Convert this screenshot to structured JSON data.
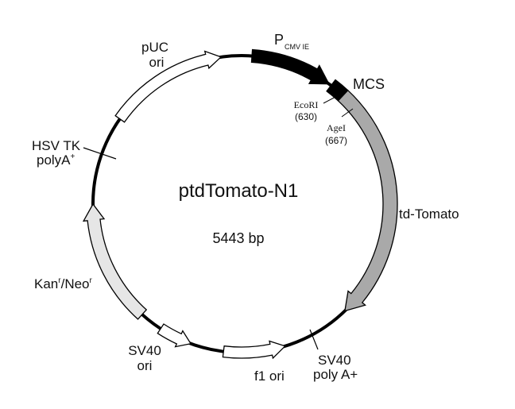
{
  "title": "ptdTomato-N1",
  "size": "5443 bp",
  "features": {
    "pcmv": {
      "main": "P",
      "sub": "CMV IE",
      "fill": "#000000"
    },
    "mcs": {
      "text": "MCS",
      "fill": "#000000"
    },
    "tdtomato": {
      "text": "td-Tomato",
      "fill": "#a9a9a9"
    },
    "sv40polya": {
      "line1": "SV40",
      "line2": "poly A+"
    },
    "f1ori": {
      "text": "f1 ori",
      "fill": "#ffffff"
    },
    "sv40ori": {
      "line1": "SV40",
      "line2": "ori",
      "fill": "#ffffff"
    },
    "kanneo": {
      "text1": "Kan",
      "sup1": "r",
      "text2": "/Neo",
      "sup2": "r",
      "fill": "#e6e6e6"
    },
    "hsvtk": {
      "line1": "HSV TK",
      "line2": "polyA",
      "sup": "+"
    },
    "puc": {
      "line1": "pUC",
      "line2": "ori",
      "fill": "#ffffff"
    }
  },
  "sites": [
    {
      "name": "EcoRI",
      "position": "(630)"
    },
    {
      "name": "AgeI",
      "position": "(667)"
    }
  ]
}
